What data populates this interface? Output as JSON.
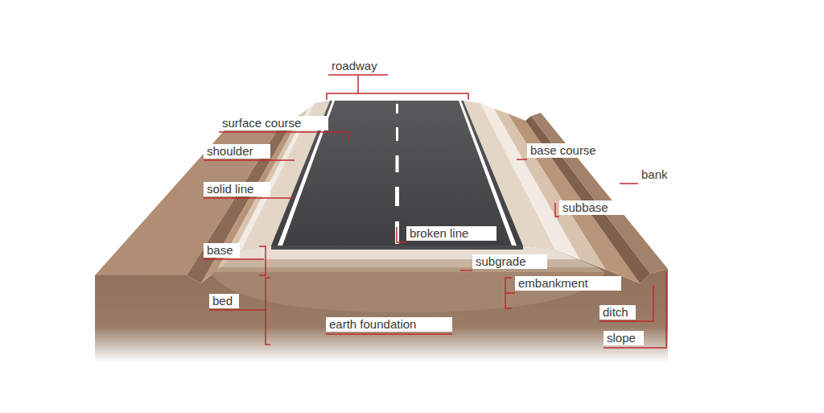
{
  "diagram": {
    "labels": [
      "roadway",
      "surface course",
      "shoulder",
      "base course",
      "bank",
      "solid line",
      "subbase",
      "broken line",
      "base",
      "subgrade",
      "embankment",
      "bed",
      "ditch",
      "earth foundation",
      "slope"
    ]
  }
}
